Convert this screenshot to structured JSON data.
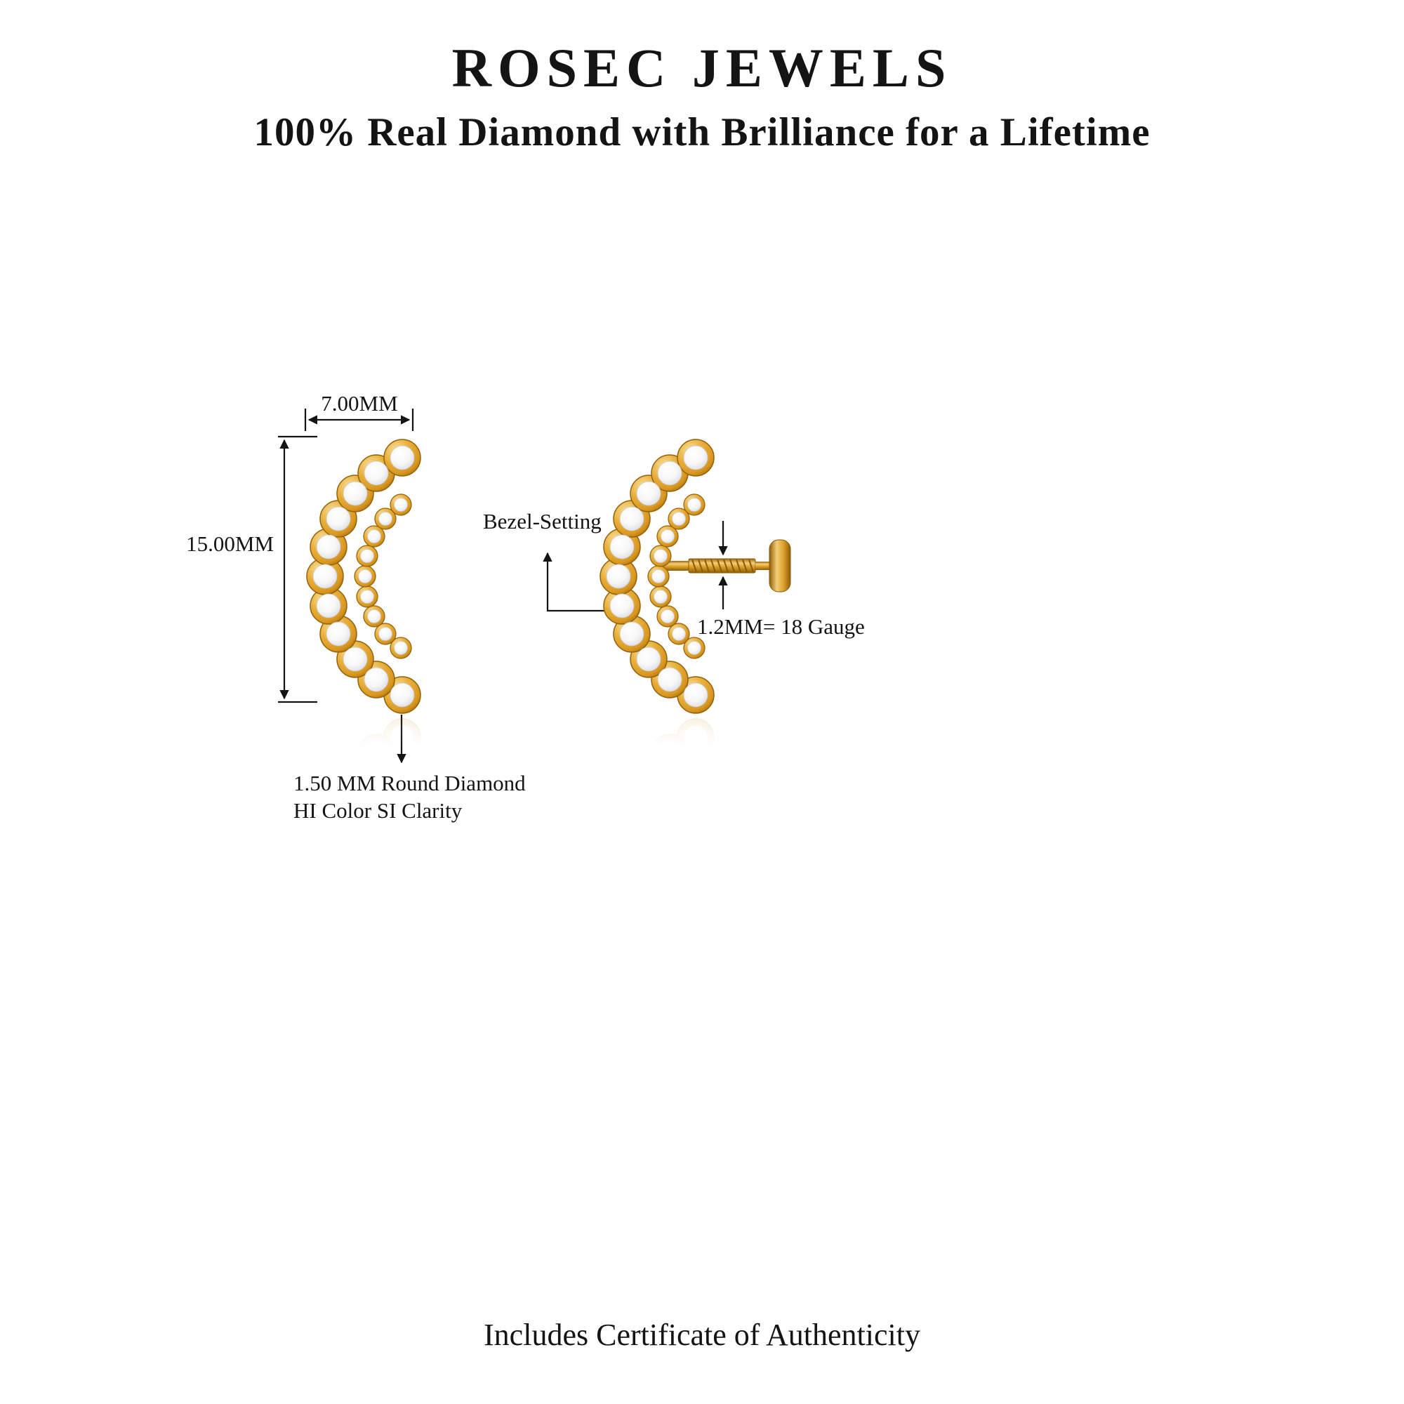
{
  "header": {
    "brand": "ROSEC JEWELS",
    "tagline": "100% Real Diamond with Brilliance for a Lifetime"
  },
  "diagram": {
    "front_view": {
      "width_label": "7.00MM",
      "height_label": "15.00MM",
      "stone_note_line1": "1.50 MM Round Diamond",
      "stone_note_line2": "HI Color SI Clarity"
    },
    "side_view": {
      "setting_label": "Bezel-Setting",
      "gauge_label": "1.2MM= 18 Gauge"
    }
  },
  "footer": {
    "certificate_note": "Includes Certificate of Authenticity"
  },
  "illustrations": {
    "front_view_alt": "crescent-curved-bar-diamond-earring-front-view",
    "side_view_alt": "crescent-diamond-earring-side-view-with-threaded-labret-post"
  },
  "colors": {
    "gold": "#E2A62E",
    "gold_dark": "#8F5D06",
    "gold_light": "#F9E2A0",
    "diamond_white": "#FFFFFF",
    "line_and_text": "#141414",
    "background": "#FFFFFF"
  }
}
